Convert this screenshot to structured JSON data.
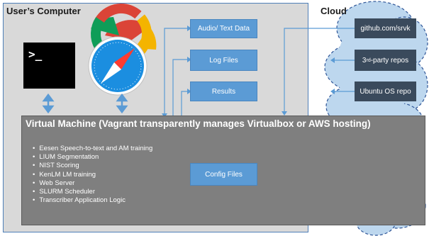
{
  "computer": {
    "title": "User’s Computer"
  },
  "cloud": {
    "title": "Cloud"
  },
  "data_boxes": {
    "audio": "Audio/ Text Data",
    "logs": "Log Files",
    "results": "Results",
    "config": "Config Files"
  },
  "terminal": {
    "prompt": ">_"
  },
  "repos": {
    "github": "github.com/srvk",
    "third_party_prefix": "3",
    "third_party_sup": "rd",
    "third_party_suffix": "-party repos",
    "ubuntu": "Ubuntu OS repo"
  },
  "vm": {
    "title": "Virtual Machine (Vagrant transparently manages Virtualbox or AWS hosting)",
    "items": [
      "Eesen Speech-to-text and AM training",
      "LIUM Segmentation",
      "NIST Scoring",
      "KenLM LM training",
      "Web Server",
      "SLURM Scheduler",
      "Transcriber Application Logic"
    ]
  },
  "colors": {
    "panel": "#d9d9d9",
    "panel_border": "#4f7fb8",
    "blue_box": "#5b9bd5",
    "dark_box": "#3a4a5c",
    "vm": "#7f7f7f",
    "arrow": "#5b9bd5",
    "cloud_fill": "#bdd7ee",
    "cloud_stroke": "#2e5597"
  },
  "icons": [
    "terminal-icon",
    "chrome-logo-icon",
    "safari-compass-icon"
  ]
}
